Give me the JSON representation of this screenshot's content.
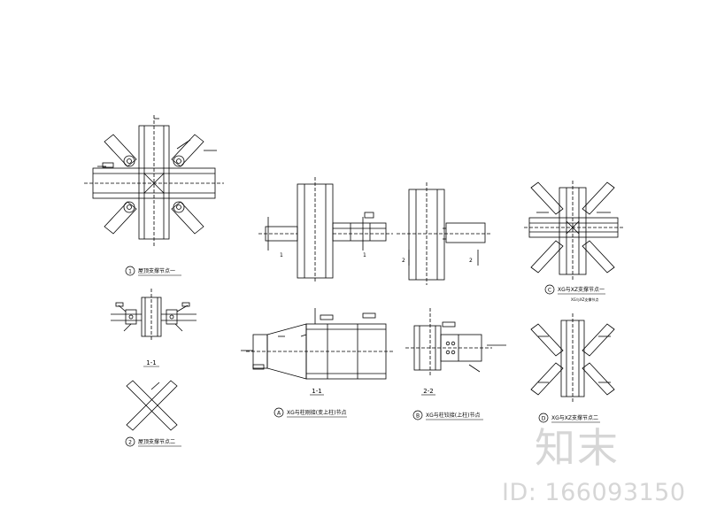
{
  "detail_1": {
    "circle": "1",
    "caption": "屋顶支撑节点一"
  },
  "detail_2": {
    "circle": "2",
    "caption": "屋顶支撑节点二"
  },
  "detail_A": {
    "circle": "A",
    "caption": "XG与柱刚接(变上柱)节点"
  },
  "detail_B": {
    "circle": "B",
    "caption": "XG与柱铰接(上柱)节点"
  },
  "detail_C": {
    "circle": "C",
    "caption": "XG与XZ支撑节点一",
    "subcaption": "XG与XZ支撑节点"
  },
  "detail_D": {
    "circle": "D",
    "caption": "XG与XZ支撑节点二"
  },
  "section_labels": {
    "left_1_1": "1-1",
    "a_1_1": "1-1",
    "b_2_2": "2-2",
    "cut_1": "1",
    "cut_2": "2"
  },
  "watermark": {
    "logo": "知末",
    "id": "ID: 166093150"
  }
}
